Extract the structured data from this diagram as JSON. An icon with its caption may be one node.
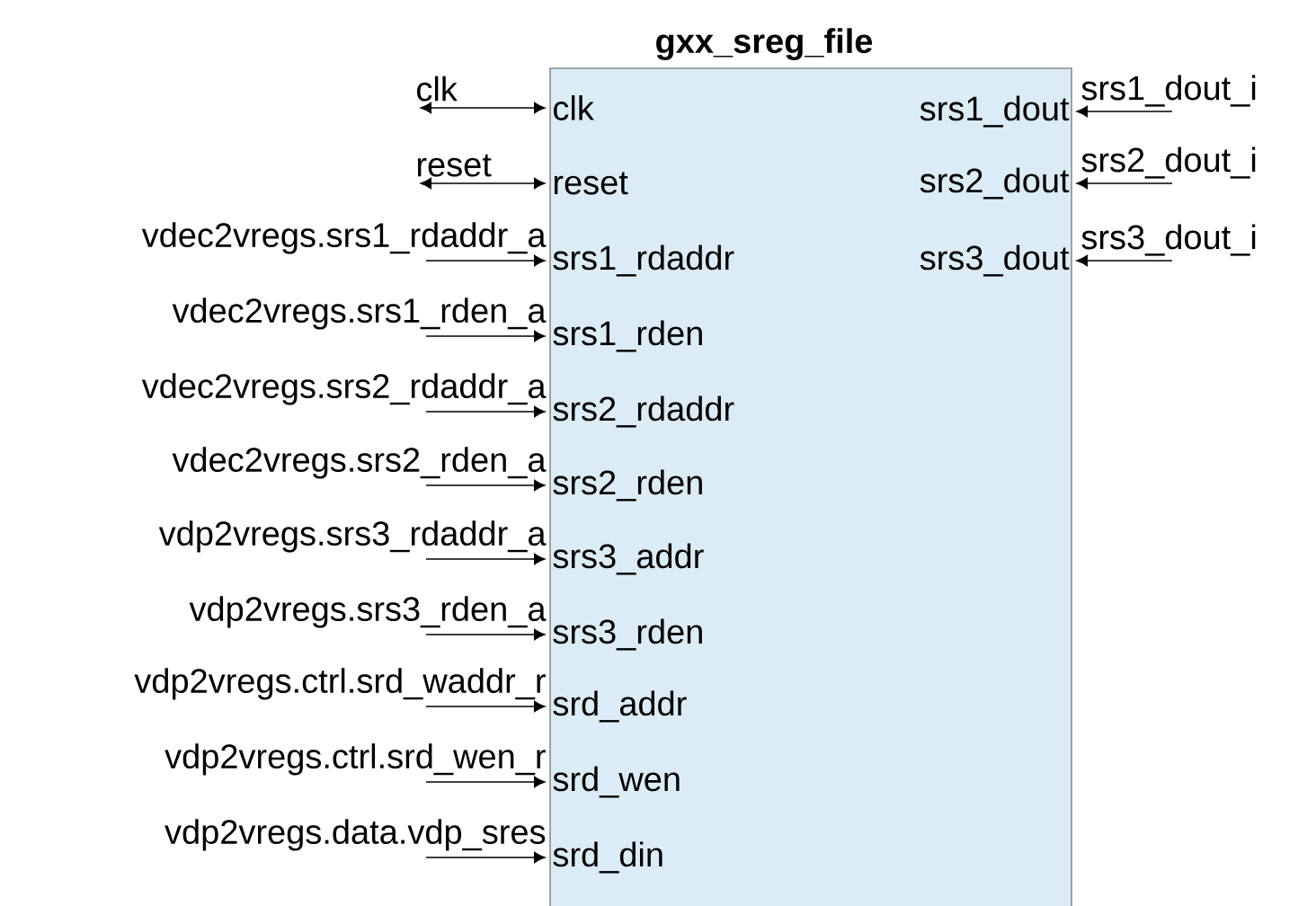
{
  "diagram": {
    "nodes": [
      {
        "text": [
          "gxx_sreg_file"
        ]
      },
      {
        "text": [
          "clk"
        ],
        "in": 0
      },
      {
        "text": [
          "reset"
        ],
        "in": 0
      },
      {
        "text": [
          "srs1_rdaddr"
        ],
        "in": 0
      },
      {
        "text": [
          "srs1_rden"
        ],
        "in": 0
      },
      {
        "text": [
          "srs2_rdaddr"
        ],
        "in": 0
      },
      {
        "text": [
          "srs2_rden"
        ],
        "in": 0
      },
      {
        "text": [
          "srs3_addr"
        ],
        "in": 0
      },
      {
        "text": [
          "srs3_rden"
        ],
        "in": 0
      },
      {
        "text": [
          "srd_addr"
        ],
        "in": 0
      },
      {
        "text": [
          "srd_wen"
        ],
        "in": 0
      },
      {
        "text": [
          "srd_din"
        ],
        "in": 0
      },
      {
        "text": [
          "srs1_dout"
        ],
        "in": 0
      },
      {
        "text": [
          "srs2_dout"
        ],
        "in": 0
      },
      {
        "text": [
          "srs3_dout"
        ],
        "in": 0
      },
      {
        "text": [
          "clk"
        ]
      },
      {
        "text": [
          "reset"
        ]
      },
      {
        "text": [
          "vdec2vregs.srs1_rdaddr_a"
        ]
      },
      {
        "text": [
          "vdec2vregs.srs1_rden_a"
        ]
      },
      {
        "text": [
          "vdec2vregs.srs2_rdaddr_a"
        ]
      },
      {
        "text": [
          "vdec2vregs.srs2_rden_a"
        ]
      },
      {
        "text": [
          "vdp2vregs.srs3_rdaddr_a"
        ]
      },
      {
        "text": [
          "vdp2vregs.srs3_rden_a"
        ]
      },
      {
        "text": [
          "vdp2vregs.ctrl.srd_waddr_r"
        ]
      },
      {
        "text": [
          "vdp2vregs.ctrl.srd_wen_r"
        ]
      },
      {
        "text": [
          "vdp2vregs.data.vdp_sres"
        ]
      },
      {
        "text": [
          "srs1_dout_i"
        ]
      },
      {
        "text": [
          "srs2_dout_i"
        ]
      },
      {
        "text": [
          "srs3_dout_i"
        ]
      }
    ],
    "edges": [
      {
        "from": 15,
        "to": 1,
        "arrow": "both"
      },
      {
        "from": 16,
        "to": 2,
        "arrow": "both"
      },
      {
        "from": 17,
        "to": 3,
        "arrow": "to"
      },
      {
        "from": 18,
        "to": 4,
        "arrow": "to"
      },
      {
        "from": 19,
        "to": 5,
        "arrow": "to"
      },
      {
        "from": 20,
        "to": 6,
        "arrow": "to"
      },
      {
        "from": 21,
        "to": 7,
        "arrow": "to"
      },
      {
        "from": 22,
        "to": 8,
        "arrow": "to"
      },
      {
        "from": 23,
        "to": 9,
        "arrow": "to"
      },
      {
        "from": 24,
        "to": 10,
        "arrow": "to"
      },
      {
        "from": 25,
        "to": 11,
        "arrow": "to"
      },
      {
        "from": 26,
        "to": 12,
        "arrow": "to"
      },
      {
        "from": 27,
        "to": 13,
        "arrow": "to"
      },
      {
        "from": 28,
        "to": 14,
        "arrow": "to"
      }
    ]
  }
}
